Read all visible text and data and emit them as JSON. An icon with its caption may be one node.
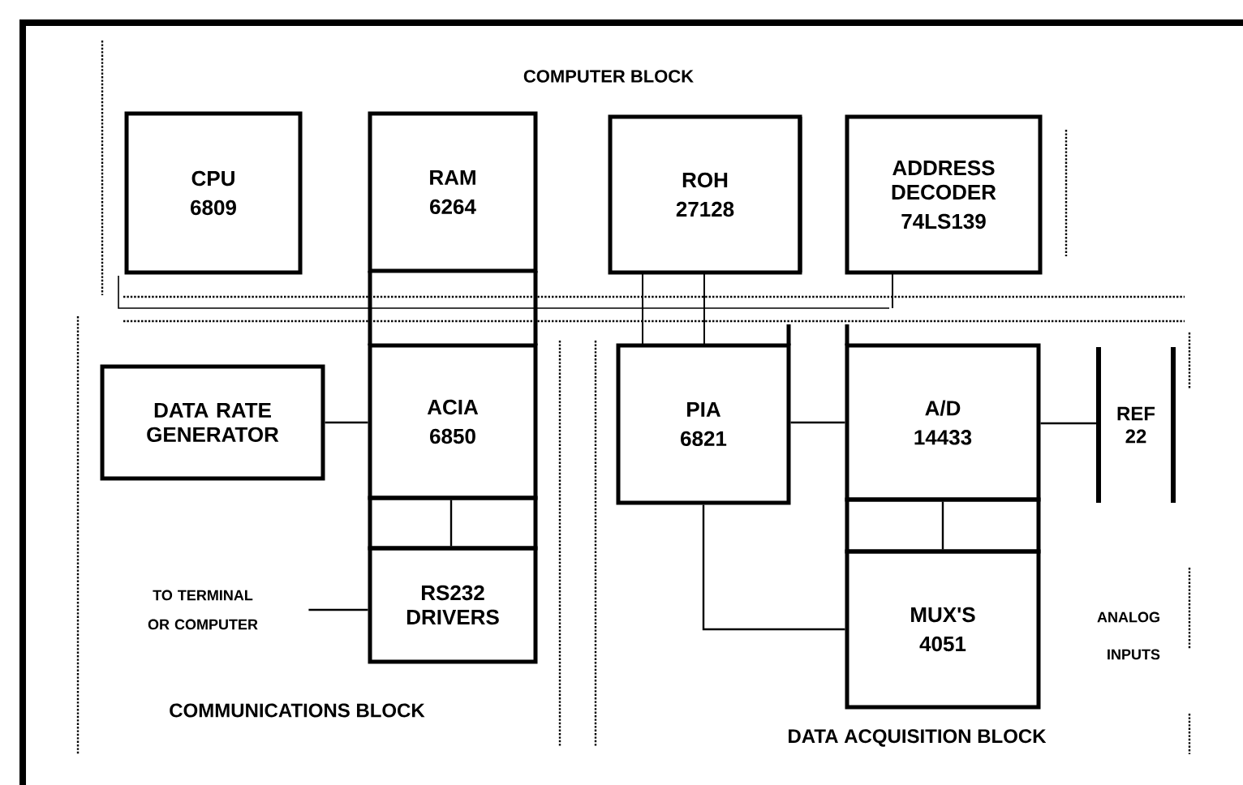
{
  "diagram": {
    "nodes": [
      {
        "text": [
          "CPU",
          "6809"
        ]
      },
      {
        "text": [
          "RAM",
          "6264"
        ]
      },
      {
        "text": [
          "ROH",
          "27128"
        ]
      },
      {
        "text": [
          "ADDRESS DECODER",
          "74LS139"
        ]
      },
      {
        "text": [
          "DATA RATE GENERATOR"
        ]
      },
      {
        "text": [
          "ACIA",
          "6850"
        ]
      },
      {
        "text": [
          "RS232 DRIVERS"
        ]
      },
      {
        "text": [
          "PIA",
          "6821"
        ]
      },
      {
        "text": [
          "A/D",
          "14433"
        ]
      },
      {
        "text": [
          "MUX'S",
          "4051"
        ]
      },
      {
        "text": [
          "REF 22"
        ]
      },
      {
        "text": [
          "TO TERMINAL OR COMPUTER"
        ]
      }
    ],
    "edges": [
      {
        "from": 4,
        "to": 5,
        "arrow": "none"
      },
      {
        "from": 11,
        "to": 6,
        "arrow": "none"
      },
      {
        "from": 7,
        "to": 8,
        "arrow": "none"
      },
      {
        "from": 8,
        "to": 10,
        "arrow": "none"
      },
      {
        "from": 7,
        "to": 9,
        "arrow": "none"
      },
      {
        "from": 5,
        "to": 6,
        "arrow": "none"
      },
      {
        "from": 8,
        "to": 9,
        "arrow": "none"
      }
    ],
    "labels": [
      "COMPUTER BLOCK",
      "ANALOG INPUTS",
      "COMMUNICATIONS BLOCK",
      "DATA ACQUISITION BLOCK"
    ]
  }
}
